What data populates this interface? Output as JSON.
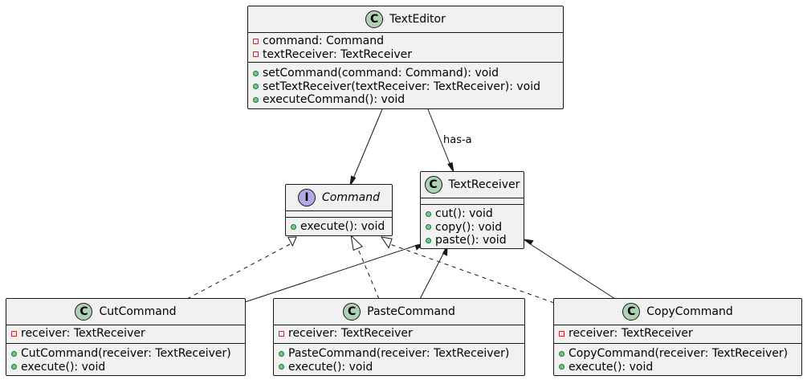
{
  "classes": {
    "text_editor": {
      "name": "TextEditor",
      "stereotype": "C",
      "fields": [
        {
          "visibility": "private",
          "text": "command: Command"
        },
        {
          "visibility": "private",
          "text": "textReceiver: TextReceiver"
        }
      ],
      "methods": [
        {
          "visibility": "public",
          "text": "setCommand(command: Command): void"
        },
        {
          "visibility": "public",
          "text": "setTextReceiver(textReceiver: TextReceiver): void"
        },
        {
          "visibility": "public",
          "text": "executeCommand(): void"
        }
      ]
    },
    "command": {
      "name": "Command",
      "stereotype": "I",
      "fields": [],
      "methods": [
        {
          "visibility": "public",
          "text": "execute(): void"
        }
      ]
    },
    "text_receiver": {
      "name": "TextReceiver",
      "stereotype": "C",
      "fields": [],
      "methods": [
        {
          "visibility": "public",
          "text": "cut(): void"
        },
        {
          "visibility": "public",
          "text": "copy(): void"
        },
        {
          "visibility": "public",
          "text": "paste(): void"
        }
      ]
    },
    "cut_command": {
      "name": "CutCommand",
      "stereotype": "C",
      "fields": [
        {
          "visibility": "private",
          "text": "receiver: TextReceiver"
        }
      ],
      "methods": [
        {
          "visibility": "public",
          "text": "CutCommand(receiver: TextReceiver)"
        },
        {
          "visibility": "public",
          "text": "execute(): void"
        }
      ]
    },
    "paste_command": {
      "name": "PasteCommand",
      "stereotype": "C",
      "fields": [
        {
          "visibility": "private",
          "text": "receiver: TextReceiver"
        }
      ],
      "methods": [
        {
          "visibility": "public",
          "text": "PasteCommand(receiver: TextReceiver)"
        },
        {
          "visibility": "public",
          "text": "execute(): void"
        }
      ]
    },
    "copy_command": {
      "name": "CopyCommand",
      "stereotype": "C",
      "fields": [
        {
          "visibility": "private",
          "text": "receiver: TextReceiver"
        }
      ],
      "methods": [
        {
          "visibility": "public",
          "text": "CopyCommand(receiver: TextReceiver)"
        },
        {
          "visibility": "public",
          "text": "execute(): void"
        }
      ]
    }
  },
  "relations": [
    {
      "from": "TextEditor",
      "to": "Command",
      "type": "association",
      "label": ""
    },
    {
      "from": "TextEditor",
      "to": "TextReceiver",
      "type": "association",
      "label": "has-a"
    },
    {
      "from": "CutCommand",
      "to": "Command",
      "type": "realization",
      "label": ""
    },
    {
      "from": "PasteCommand",
      "to": "Command",
      "type": "realization",
      "label": ""
    },
    {
      "from": "CopyCommand",
      "to": "Command",
      "type": "realization",
      "label": ""
    },
    {
      "from": "CutCommand",
      "to": "TextReceiver",
      "type": "association",
      "label": ""
    },
    {
      "from": "PasteCommand",
      "to": "TextReceiver",
      "type": "association",
      "label": ""
    },
    {
      "from": "CopyCommand",
      "to": "TextReceiver",
      "type": "association",
      "label": ""
    }
  ],
  "colors": {
    "class_fill": "#f1f1f1",
    "border": "#181818",
    "class_badge": "#add1b2",
    "interface_badge": "#b4a7e5",
    "private_marker": "#c82930",
    "public_marker": "#84be84"
  }
}
